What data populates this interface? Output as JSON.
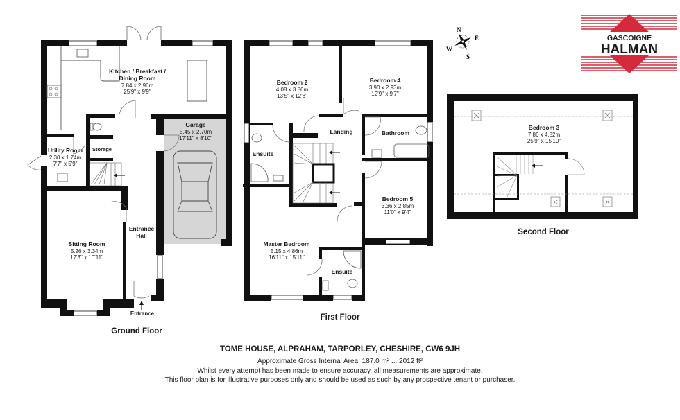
{
  "property": {
    "title": "TOME HOUSE, ALPRAHAM, TARPORLEY, CHESHIRE, CW6 9JH",
    "area": "Approximate Gross Internal Area: 187.0 m² ... 2012 ft²",
    "disclaimer_line1": "Whilst every attempt has been made to ensure accuracy, all measurements are approximate.",
    "disclaimer_line2": "This floor plan is for illustrative purposes only and should be used as such by any prospective tenant or purchaser."
  },
  "logo": {
    "line1": "GASCOIGNE",
    "line2": "HALMAN",
    "accent_color": "#d42a3c",
    "text_color": "#1a1a1a"
  },
  "compass": {
    "n": "N",
    "e": "E",
    "s": "S",
    "w": "W"
  },
  "floors": {
    "ground": {
      "label": "Ground Floor",
      "rooms": {
        "kitchen": {
          "name_line1": "Kitchen / Breakfast /",
          "name_line2": "Dining Room",
          "metric": "7.84 x 2.96m",
          "imperial": "25'9\" x 9'9\""
        },
        "garage": {
          "name": "Garage",
          "metric": "5.45 x 2.70m",
          "imperial": "17'11\" x 8'10\""
        },
        "utility": {
          "name": "Utility Room",
          "metric": "2.30 x 1.74m",
          "imperial": "7'7\" x 5'9\""
        },
        "storage": {
          "name": "Storage"
        },
        "sitting": {
          "name": "Sitting Room",
          "metric": "5.26 x 3.34m",
          "imperial": "17'3\" x 10'11\""
        },
        "hall": {
          "name_line1": "Entrance",
          "name_line2": "Hall"
        },
        "entrance": {
          "name": "Entrance"
        }
      }
    },
    "first": {
      "label": "First Floor",
      "rooms": {
        "bedroom2": {
          "name": "Bedroom 2",
          "metric": "4.08 x 3.86m",
          "imperial": "13'5\" x 12'8\""
        },
        "bedroom4": {
          "name": "Bedroom 4",
          "metric": "3.90 x 2.93m",
          "imperial": "12'9\" x 9'7\""
        },
        "landing": {
          "name": "Landing"
        },
        "bathroom": {
          "name": "Bathroom"
        },
        "ensuite1": {
          "name": "Ensuite"
        },
        "bedroom5": {
          "name": "Bedroom 5",
          "metric": "3.36 x 2.85m",
          "imperial": "11'0\" x 9'4\""
        },
        "master": {
          "name": "Master Bedroom",
          "metric": "5.15 x 4.86m",
          "imperial": "16'11\" x 15'11\""
        },
        "ensuite2": {
          "name": "Ensuite"
        }
      }
    },
    "second": {
      "label": "Second Floor",
      "rooms": {
        "bedroom3": {
          "name": "Bedroom 3",
          "metric": "7.86 x 4.82m",
          "imperial": "25'9\" x 15'10\""
        }
      }
    }
  },
  "colors": {
    "wall": "#111111",
    "garage_fill": "#d6d6d6",
    "line": "#555555"
  }
}
